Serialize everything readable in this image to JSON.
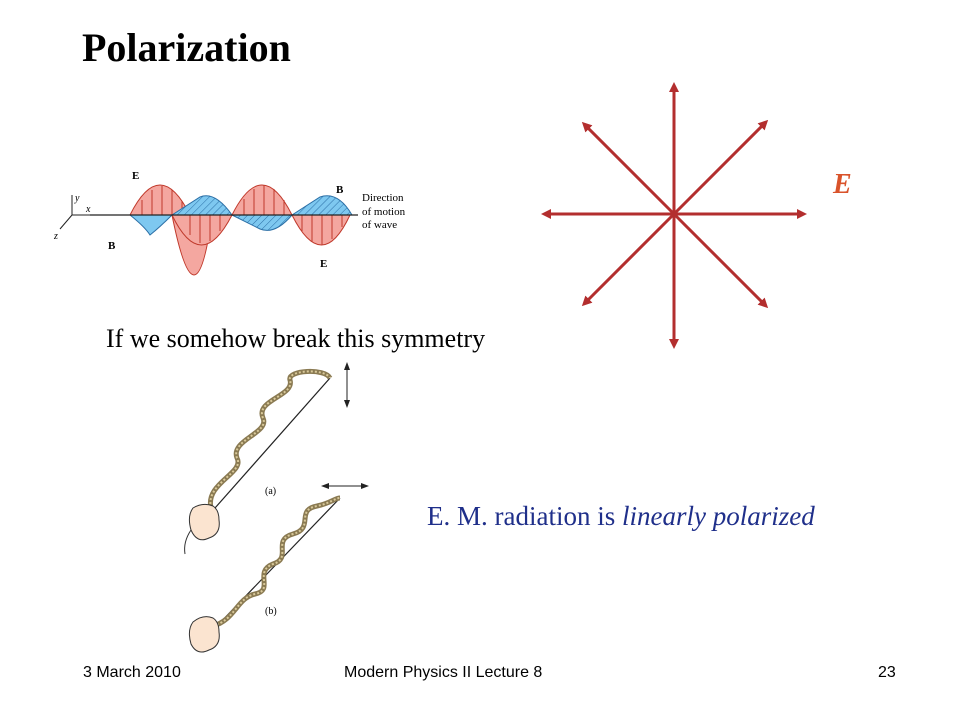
{
  "slide": {
    "title": "Polarization",
    "symmetry_text": "If we somehow break this symmetry",
    "e_field_label": "E",
    "polarization_prefix": "E. M. radiation is ",
    "polarization_emphasis": "linearly polarized"
  },
  "wave_figure": {
    "label_e_top": "E",
    "label_b_bottom": "B",
    "label_b_right": "B",
    "label_e_bottom": "E",
    "axis_y": "y",
    "axis_x": "x",
    "axis_z": "z",
    "direction_line1": "Direction",
    "direction_line2": "of motion",
    "direction_line3": "of wave",
    "e_color": "#f4a7a0",
    "b_color": "#7ec8f0"
  },
  "rope_figure": {
    "label_a": "(a)",
    "label_b": "(b)"
  },
  "star": {
    "color": "#b32e2e"
  },
  "footer": {
    "date": "3 March 2010",
    "course": "Modern Physics II  Lecture 8",
    "page": "23"
  }
}
